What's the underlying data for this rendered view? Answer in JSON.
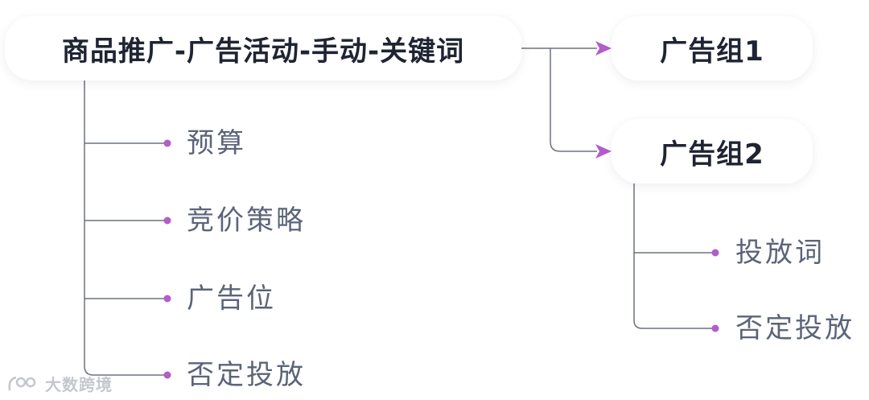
{
  "root": {
    "label": "商品推广-广告活动-手动-关键词"
  },
  "root_children": [
    {
      "label": "预算"
    },
    {
      "label": "竞价策略"
    },
    {
      "label": "广告位"
    },
    {
      "label": "否定投放"
    }
  ],
  "groups": [
    {
      "label": "广告组1"
    },
    {
      "label": "广告组2"
    }
  ],
  "group2_children": [
    {
      "label": "投放词"
    },
    {
      "label": "否定投放"
    }
  ],
  "watermark": {
    "text": "大数跨境"
  },
  "colors": {
    "line": "#6b7280",
    "accent": "#b45cc9",
    "node_text": "#1f2433",
    "leaf_text": "#5b6478"
  }
}
